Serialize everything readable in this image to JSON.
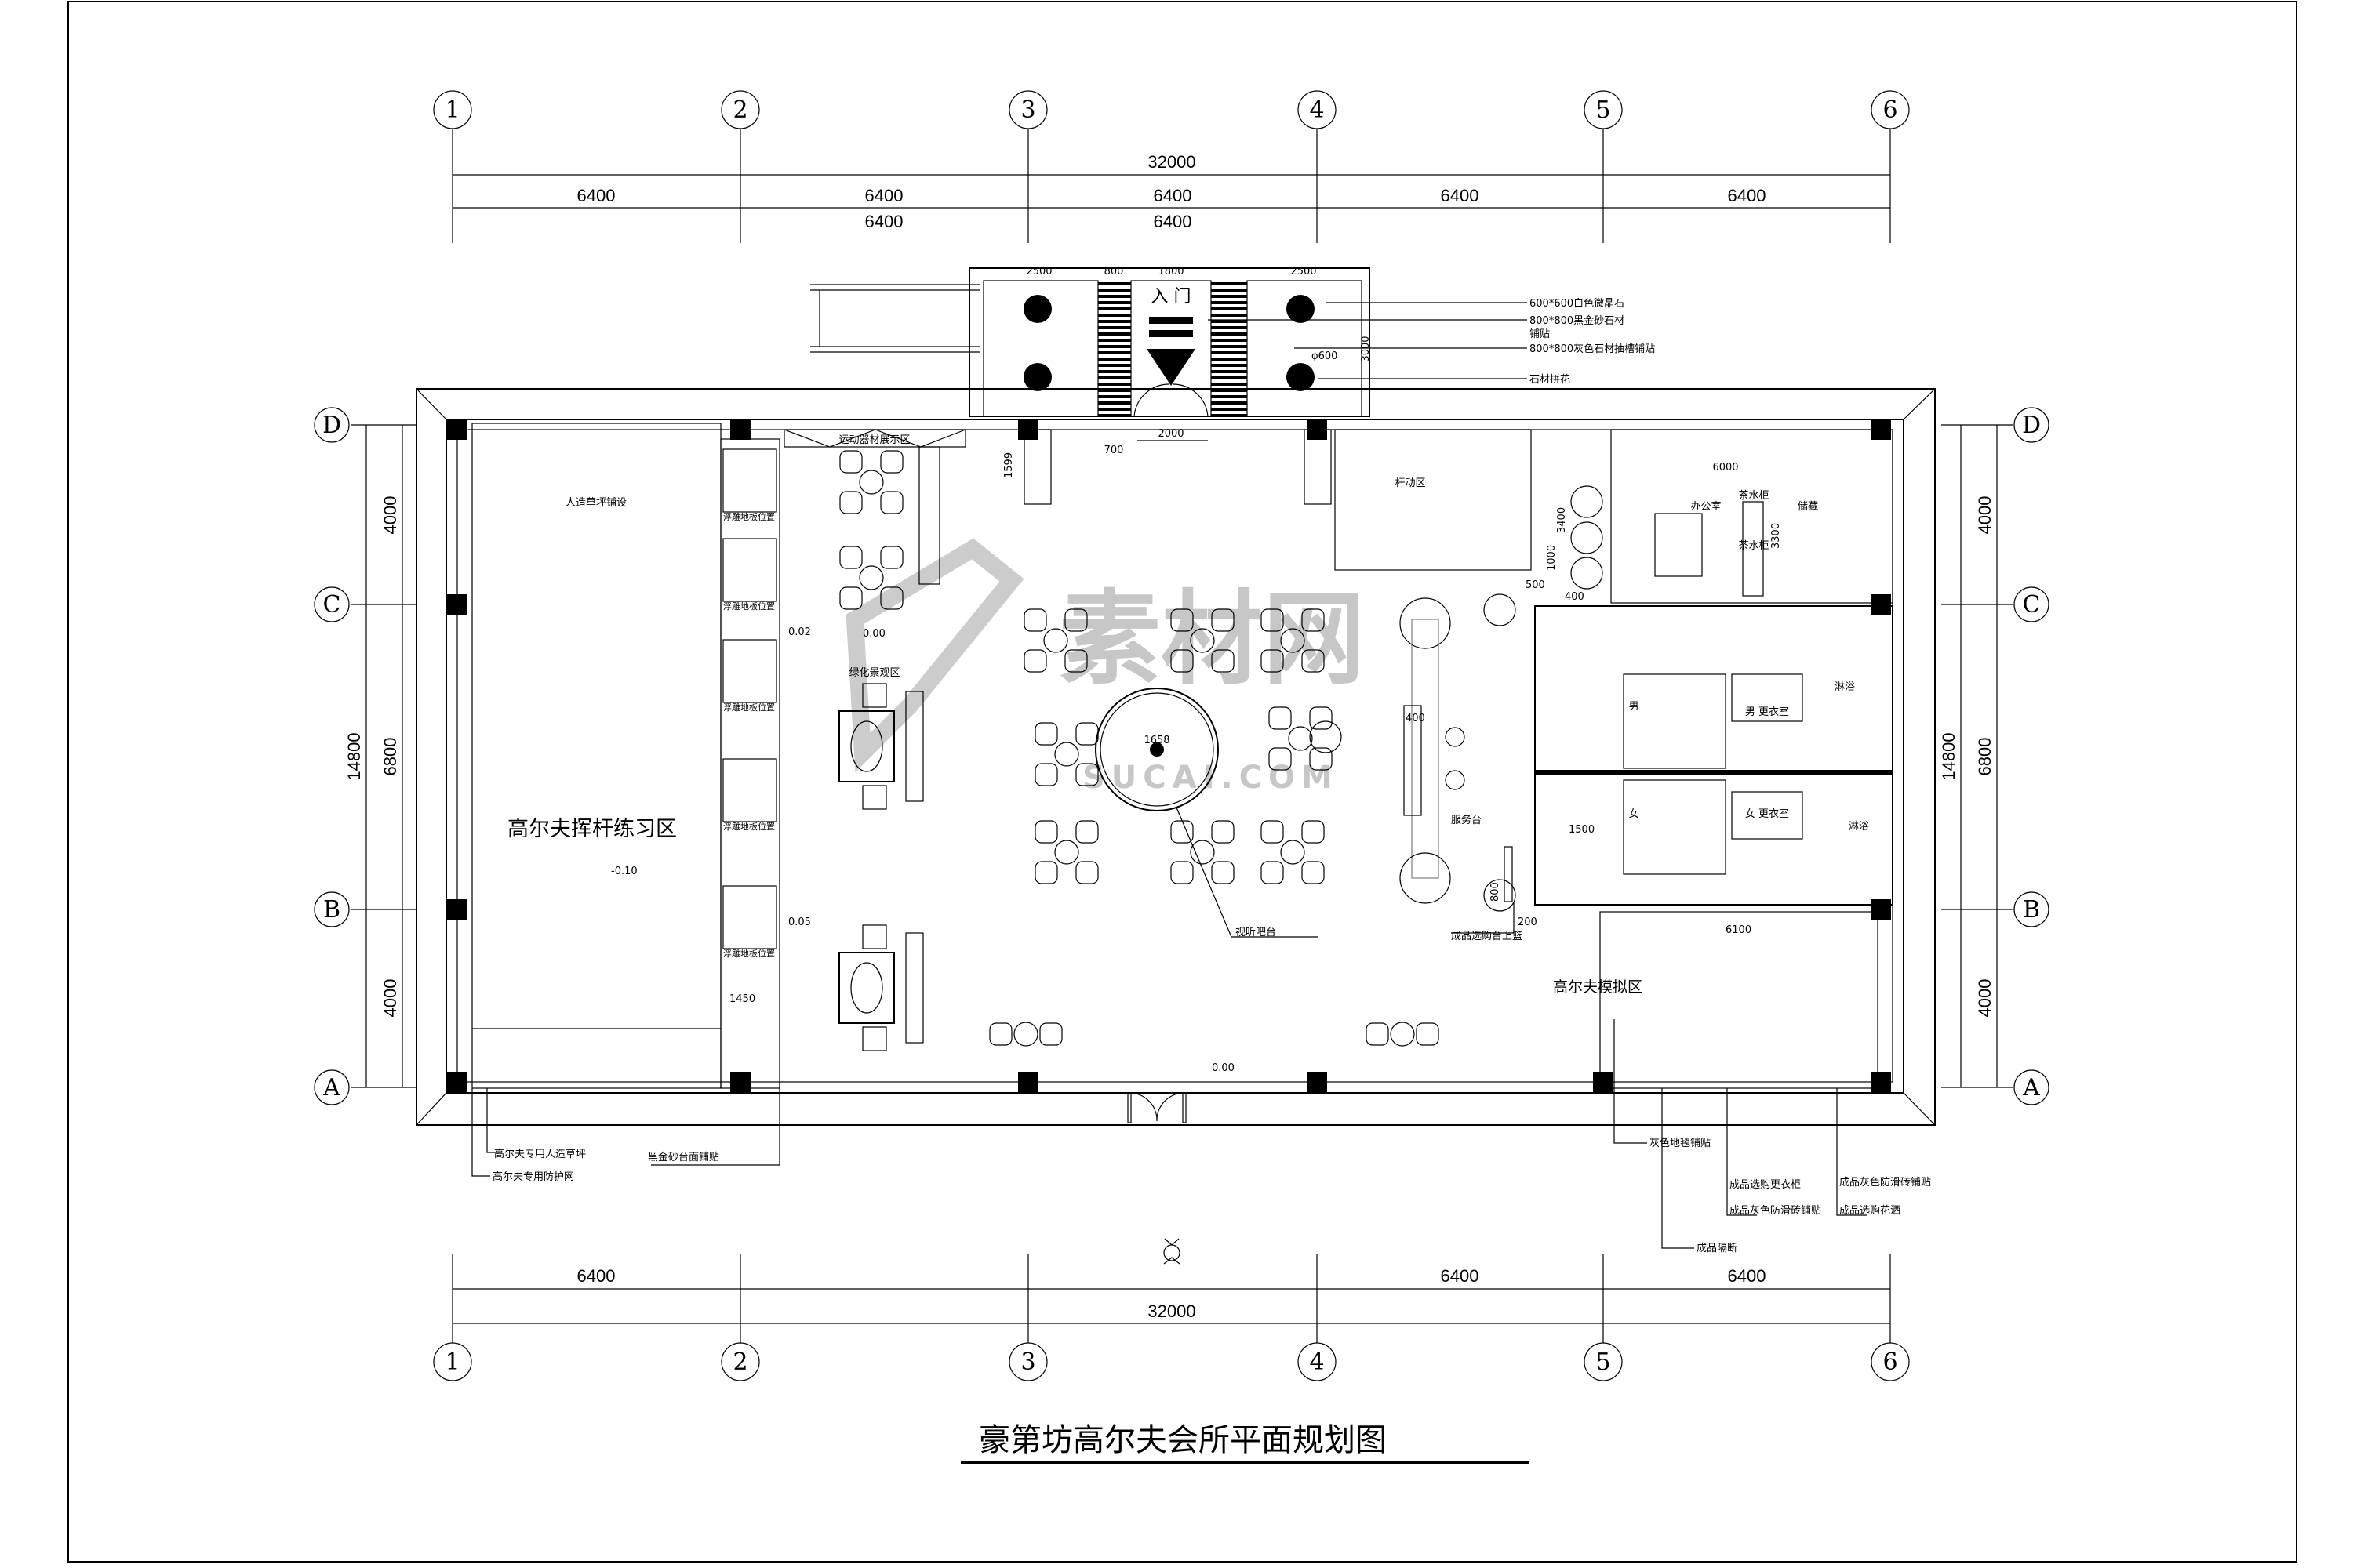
{
  "title": "豪第坊高尔夫会所平面规划图",
  "watermark": {
    "main": "素材网",
    "sub": "SUCAI.COM"
  },
  "grid": {
    "columns": [
      "1",
      "2",
      "3",
      "4",
      "5",
      "6"
    ],
    "rows": [
      "D",
      "C",
      "B",
      "A"
    ]
  },
  "dimensions": {
    "top_total": "32000",
    "top_bays": [
      "6400",
      "6400",
      "6400",
      "6400",
      "6400"
    ],
    "top_bays_second": [
      "6400",
      "6400"
    ],
    "bottom_total": "32000",
    "bottom_bays": [
      "6400",
      "6400",
      "6400"
    ],
    "side_total": "14800",
    "side_bays": [
      "4000",
      "6800",
      "4000"
    ],
    "entrance": [
      "2500",
      "800",
      "1800",
      "2500",
      "3000",
      "φ600",
      "2000",
      "700"
    ],
    "misc": [
      "1599",
      "500",
      "800",
      "400",
      "1000",
      "3400",
      "6000",
      "3300",
      "1500",
      "6100",
      "200",
      "800",
      "1658",
      "1450"
    ]
  },
  "entrance": {
    "label": "入 门"
  },
  "legend": [
    "600*600白色微晶石",
    "800*800黑金砂石材",
    "铺贴",
    "800*800灰色石材抽槽铺贴",
    "石材拼花"
  ],
  "rooms": {
    "turf": "人造草坪铺设",
    "swing_practice": "高尔夫挥杆练习区",
    "equipment_display": "运动器材展示区",
    "putting_slots": [
      "浮雕地板位置",
      "浮雕地板位置",
      "浮雕地板位置",
      "浮雕地板位置",
      "浮雕地板位置"
    ],
    "green_landscape": "绿化景观区",
    "av_bar": "视听吧台",
    "service_desk": "服务台",
    "swing_zone": "杆动区",
    "office": "办公室",
    "tea_cabinet": "茶水柜",
    "tea_cabinet_2": "茶水柜",
    "storage": "储藏",
    "male": "男",
    "female": "女",
    "male_locker": "男 更衣室",
    "female_locker": "女 更衣室",
    "shower_1": "淋浴",
    "shower_2": "淋浴",
    "shop_counter": "成品选购台上篮",
    "simulator": "高尔夫模拟区"
  },
  "elevations": [
    "0.02",
    "0.00",
    "0.05",
    "-0.10",
    "0.00"
  ],
  "annotations": {
    "artificial_turf": "高尔夫专用人造草坪",
    "safety_net": "高尔夫专用防护网",
    "black_gold_counter": "黑金砂台面铺贴",
    "grey_carpet": "灰色地毯铺贴",
    "locker": "成品选购更衣柜",
    "antislip_1": "成品灰色防滑砖铺贴",
    "antislip_2": "成品灰色防滑砖铺贴",
    "shower_head": "成品选购花洒",
    "partition": "成品隔断"
  }
}
